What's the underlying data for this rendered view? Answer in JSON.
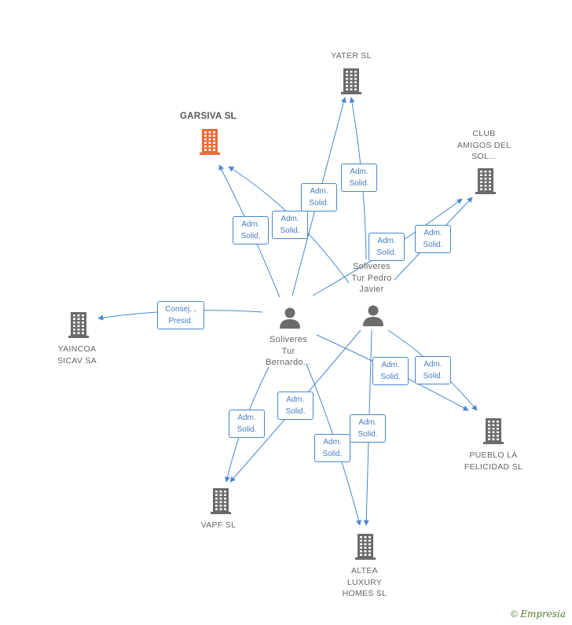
{
  "companies": [
    {
      "id": "yater",
      "lines": [
        "YATER SL"
      ],
      "focus": false
    },
    {
      "id": "garsiva",
      "lines": [
        "GARSIVA SL"
      ],
      "focus": true
    },
    {
      "id": "club",
      "lines": [
        "CLUB",
        "AMIGOS DEL",
        "SOL..."
      ],
      "focus": false
    },
    {
      "id": "yaincoa",
      "lines": [
        "YAINCOA",
        "SICAV SA"
      ],
      "focus": false
    },
    {
      "id": "pueblo",
      "lines": [
        "PUEBLO LA",
        "FELICIDAD SL"
      ],
      "focus": false
    },
    {
      "id": "vapf",
      "lines": [
        "VAPF SL"
      ],
      "focus": false
    },
    {
      "id": "altea",
      "lines": [
        "ALTEA",
        "LUXURY",
        "HOMES SL"
      ],
      "focus": false
    }
  ],
  "people": [
    {
      "id": "bernardo",
      "lines": [
        "Soliveres",
        "Tur",
        "Bernardo..."
      ]
    },
    {
      "id": "pedro",
      "lines": [
        "Soliveres",
        "Tur Pedro",
        "Javier"
      ]
    }
  ],
  "relations": [
    {
      "lines": [
        "Adm.",
        "Solid."
      ]
    },
    {
      "lines": [
        "Adm.",
        "Solid."
      ]
    },
    {
      "lines": [
        "Adm.",
        "Solid."
      ]
    },
    {
      "lines": [
        "Adm.",
        "Solid."
      ]
    },
    {
      "lines": [
        "Adm.",
        "Solid."
      ]
    },
    {
      "lines": [
        "Adm.",
        "Solid."
      ]
    },
    {
      "lines": [
        "Consej. ,",
        "Presid."
      ]
    },
    {
      "lines": [
        "Adm.",
        "Solid."
      ]
    },
    {
      "lines": [
        "Adm.",
        "Solid."
      ]
    },
    {
      "lines": [
        "Adm.",
        "Solid."
      ]
    },
    {
      "lines": [
        "Adm.",
        "Solid."
      ]
    },
    {
      "lines": [
        "Adm.",
        "Solid."
      ]
    },
    {
      "lines": [
        "Adm.",
        "Solid."
      ]
    }
  ],
  "footer": {
    "copyright": "©",
    "brand": "Empresia"
  },
  "colors": {
    "edge": "#4a86d0",
    "company_icon": "#6b6b6b",
    "focus_icon": "#f06a35",
    "person_icon": "#6b6b6b"
  }
}
